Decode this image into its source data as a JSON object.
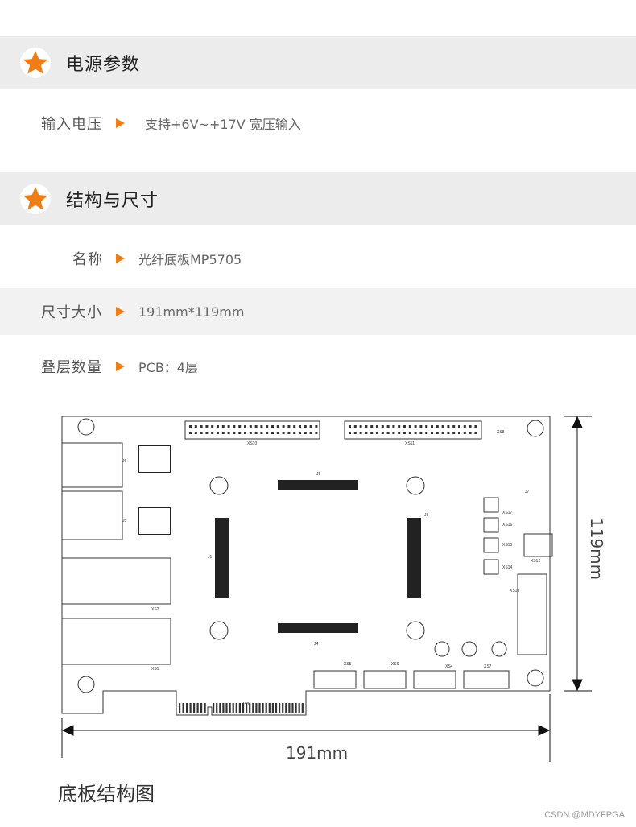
{
  "sections": [
    {
      "title": "电源参数",
      "icon": "star-icon"
    },
    {
      "title": "结构与尺寸",
      "icon": "star-icon"
    }
  ],
  "power": {
    "input_voltage": {
      "label": "输入电压",
      "value": "支持+6V~+17V 宽压输入"
    }
  },
  "structure": {
    "name": {
      "label": "名称",
      "value": "光纤底板MP5705"
    },
    "size": {
      "label": "尺寸大小",
      "value": "191mm*119mm"
    },
    "layers": {
      "label": "叠层数量",
      "value": "PCB：4层"
    }
  },
  "diagram": {
    "height_label": "119mm",
    "width_label": "191mm",
    "component_labels": [
      "XS10",
      "XS11",
      "XS8",
      "J2",
      "J6",
      "J5",
      "J1",
      "J3",
      "J4",
      "XS2",
      "XS1",
      "XS3",
      "XS5",
      "XS6",
      "XS4",
      "XS7",
      "XS17",
      "XS16",
      "XS15",
      "XS14",
      "XS12",
      "XS13",
      "J7"
    ]
  },
  "caption": "底板结构图",
  "watermark": "CSDN @MDYFPGA",
  "colors": {
    "accent": "#f07d14",
    "header_bg": "#ececec",
    "row_bg": "#f2f2f2"
  }
}
